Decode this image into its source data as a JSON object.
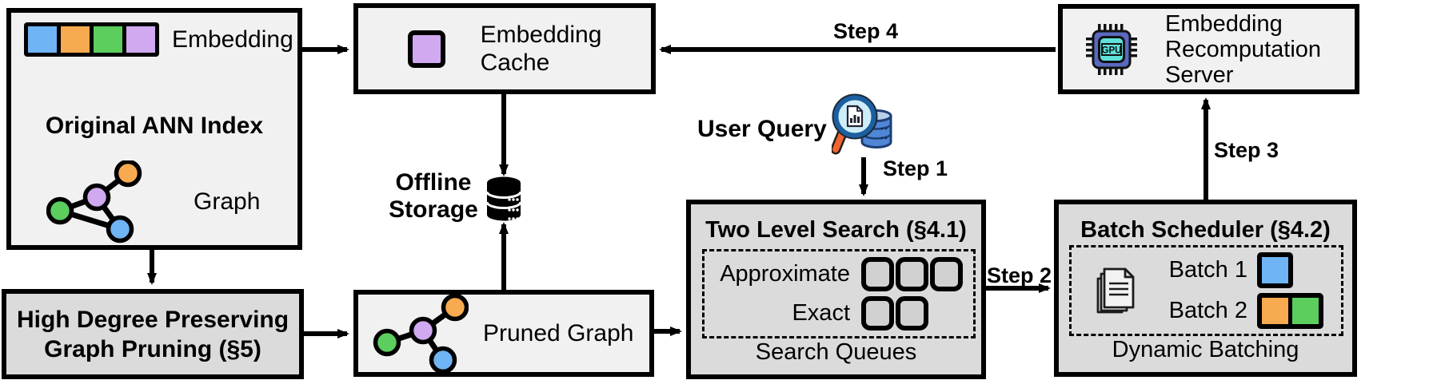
{
  "palette": {
    "blue": "#6fb4f5",
    "orange": "#f7aa4f",
    "green": "#5bce5e",
    "purple": "#d0a9f0",
    "box-light": "#f1f1f1",
    "box-dark": "#dbdbdb",
    "queue-fill": "#d1d1d1",
    "ink": "#000000"
  },
  "ann_box": {
    "embedding_label": "Embedding",
    "title": "Original ANN Index",
    "graph_label": "Graph",
    "embedding_colors": [
      "blue",
      "orange",
      "green",
      "purple"
    ]
  },
  "hdp_box": {
    "line1": "High Degree Preserving",
    "line2": "Graph Pruning (§5)"
  },
  "cache_box": {
    "line1": "Embedding",
    "line2": "Cache",
    "icon_color": "purple"
  },
  "storage": {
    "line1": "Offline",
    "line2": "Storage"
  },
  "pruned_box": {
    "label": "Pruned Graph"
  },
  "user_query": {
    "label": "User Query"
  },
  "steps": {
    "step1": "Step 1",
    "step2": "Step 2",
    "step3": "Step 3",
    "step4": "Step 4"
  },
  "two_level": {
    "title": "Two Level Search (§4.1)",
    "rows": [
      {
        "label": "Approximate",
        "slots": 3
      },
      {
        "label": "Exact",
        "slots": 2
      }
    ],
    "caption": "Search Queues"
  },
  "batch_scheduler": {
    "title": "Batch Scheduler (§4.2)",
    "rows": [
      {
        "label": "Batch 1",
        "colors": [
          "blue"
        ]
      },
      {
        "label": "Batch 2",
        "colors": [
          "orange",
          "green"
        ]
      }
    ],
    "caption": "Dynamic Batching"
  },
  "recompute_server": {
    "line1": "Embedding",
    "line2": "Recomputation",
    "line3": "Server"
  },
  "gpu_icon": {
    "label": "GPU"
  }
}
